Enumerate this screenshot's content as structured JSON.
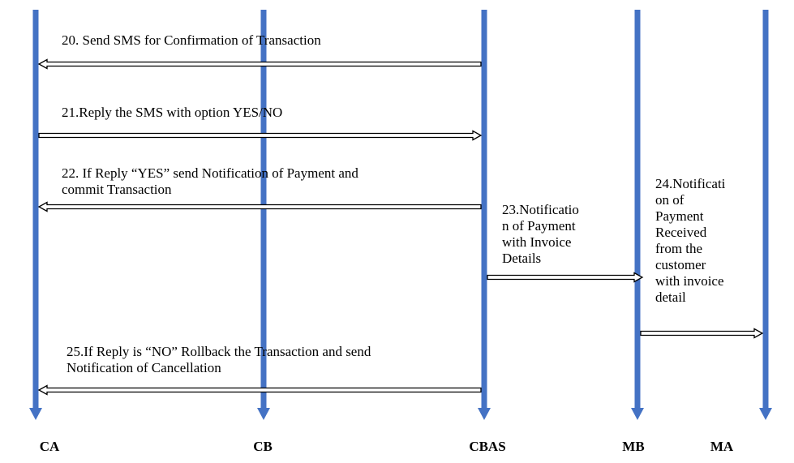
{
  "colors": {
    "lifeline": "#4472C4",
    "arrow_stroke": "#000000",
    "arrow_fill": "#ffffff",
    "text": "#000000"
  },
  "actors": [
    {
      "id": "ca",
      "label": "CA"
    },
    {
      "id": "cb",
      "label": "CB"
    },
    {
      "id": "cbas",
      "label": "CBAS"
    },
    {
      "id": "mb",
      "label": "MB"
    },
    {
      "id": "ma",
      "label": "MA"
    }
  ],
  "messages": [
    {
      "id": "msg-20",
      "from": "cbas",
      "to": "ca",
      "text": "20. Send SMS for Confirmation of Transaction"
    },
    {
      "id": "msg-21",
      "from": "ca",
      "to": "cbas",
      "text": "21.Reply the SMS with option YES/NO"
    },
    {
      "id": "msg-22",
      "from": "cbas",
      "to": "ca",
      "text": "22. If Reply “YES” send Notification of Payment and\ncommit Transaction"
    },
    {
      "id": "msg-23",
      "from": "cbas",
      "to": "mb",
      "text": "23.Notificatio\nn of Payment\nwith Invoice\nDetails"
    },
    {
      "id": "msg-24",
      "from": "mb",
      "to": "ma",
      "text": "24.Notificati\non of\nPayment\nReceived\nfrom the\ncustomer\nwith invoice\ndetail"
    },
    {
      "id": "msg-25",
      "from": "cbas",
      "to": "ca",
      "text": "25.If Reply is “NO” Rollback the Transaction and send\nNotification of Cancellation"
    }
  ]
}
